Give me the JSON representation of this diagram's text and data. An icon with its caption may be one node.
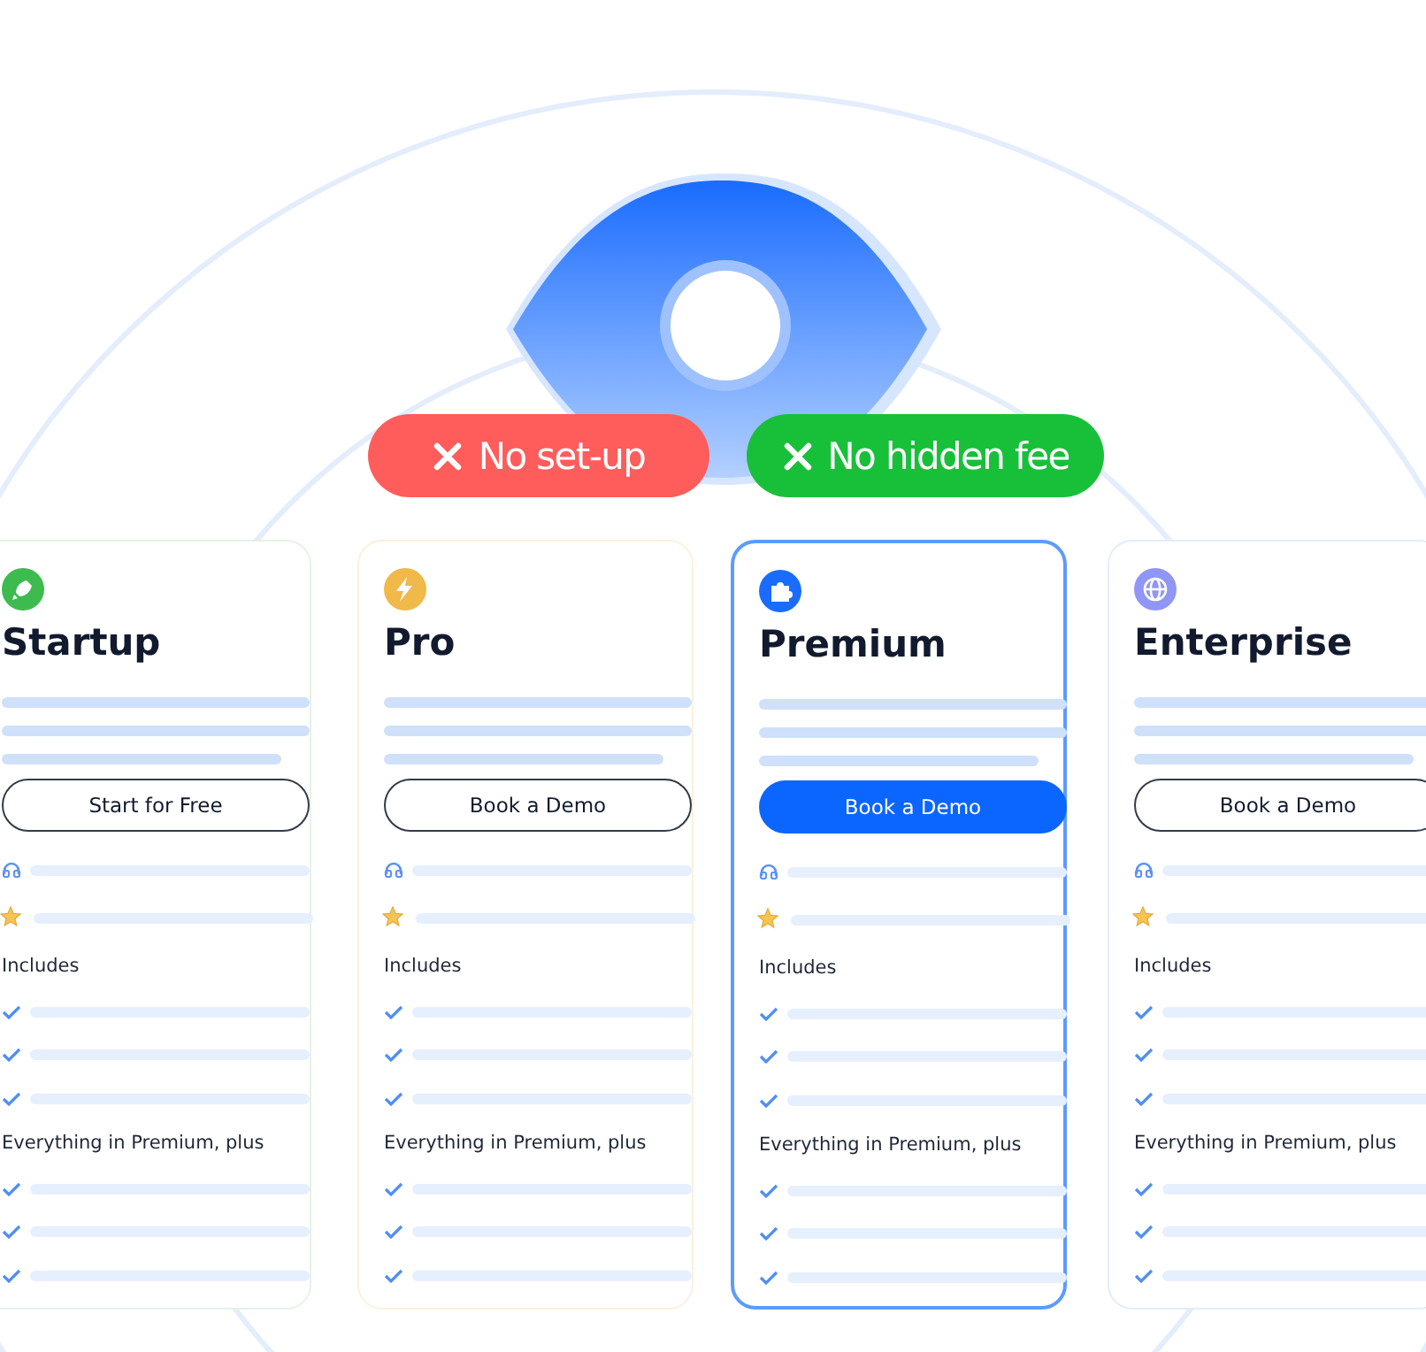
{
  "diagram": {
    "nodes": [
      {
        "text": [
          "No set-up"
        ]
      },
      {
        "text": [
          "No hidden fee"
        ]
      },
      {
        "text": [
          "Startup",
          "Start for Free",
          "Includes",
          "Everything in Premium, plus"
        ]
      },
      {
        "text": [
          "Pro",
          "Book a Demo",
          "Includes",
          "Everything in Premium, plus"
        ]
      },
      {
        "text": [
          "Premium",
          "Book a Demo",
          "Includes",
          "Everything in Premium, plus"
        ]
      },
      {
        "text": [
          "Enterprise",
          "Book a Demo",
          "Includes",
          "Everything in Premium, plus"
        ]
      }
    ]
  }
}
